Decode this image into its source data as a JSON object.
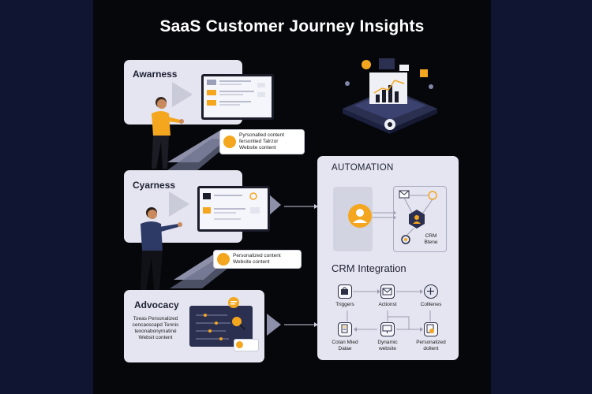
{
  "title": "SaaS Customer Journey Insights",
  "stages": [
    {
      "label": "Awarness",
      "bubble": [
        "Pyrsonalled content",
        "fersonlied Talrzor",
        "Website content"
      ]
    },
    {
      "label": "Cyarness",
      "bubble": [
        "Personalized content",
        "Website content"
      ]
    },
    {
      "label": "Advocacy",
      "side_text": [
        "Toeas Personalized",
        "cencaoscapd Tennis",
        "texonabonymatiné",
        "Websit content"
      ]
    }
  ],
  "automation": {
    "title": "AUTOMATION",
    "crm_label": [
      "CRM",
      "Btene"
    ]
  },
  "crm": {
    "title": "CRM Integration",
    "nodes": [
      {
        "label": [
          "Triggers"
        ],
        "icon": "bag-icon"
      },
      {
        "label": [
          "Actionst"
        ],
        "icon": "mail-icon"
      },
      {
        "label": [
          "Colllenes"
        ],
        "icon": "plus-circle-icon"
      },
      {
        "label": [
          "Cotan Mied",
          "Dalae"
        ],
        "icon": "document-icon"
      },
      {
        "label": [
          "Dynamic",
          "website"
        ],
        "icon": "monitor-icon"
      },
      {
        "label": [
          "Personalized",
          "dollent"
        ],
        "icon": "gear-doc-icon"
      }
    ]
  },
  "colors": {
    "accent": "#f4a61f",
    "panel": "#e4e5f0",
    "dark": "#06070b",
    "navy": "#101631"
  }
}
